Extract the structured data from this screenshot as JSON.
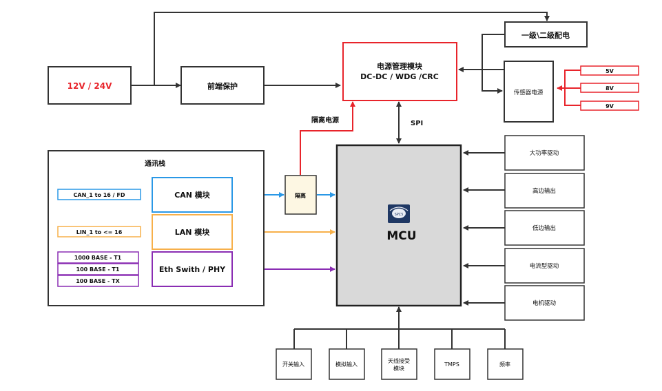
{
  "power": {
    "input": "12V / 24V",
    "front_protection": "前端保护",
    "pmu_line1": "电源管理模块",
    "pmu_line2": "DC-DC / WDG /CRC",
    "distribution": "一级\\二级配电",
    "sensor_supply": "传感器电源",
    "sensor_voltages": [
      "5V",
      "8V",
      "9V"
    ],
    "isolated_supply": "隔离电源",
    "spi": "SPI"
  },
  "comm_stack": {
    "title": "通讯栈",
    "can_input": "CAN_1 to 16 / FD",
    "can_module": "CAN 模块",
    "lin_input": "LIN_1 to <= 16",
    "lan_module": "LAN 模块",
    "eth_inputs": [
      "1000 BASE - T1",
      "100 BASE - T1",
      "100 BASE - TX"
    ],
    "eth_module": "Eth Swith / PHY",
    "isolation": "隔离"
  },
  "mcu": {
    "label": "MCU",
    "logo_text": "SPC5"
  },
  "outputs": [
    "大功率驱动",
    "高边输出",
    "低边输出",
    "电流型驱动",
    "电机驱动"
  ],
  "inputs": [
    "开关输入",
    "模拟输入",
    "天线接受",
    "模块",
    "TMPS",
    "频率"
  ],
  "colors": {
    "red": "#e8242b",
    "blue": "#2a98e6",
    "orange": "#f7b04a",
    "purple": "#8a2db3",
    "dark": "#333333",
    "mcu_fill": "#d9d9d9",
    "iso_fill": "#fdf7e3"
  }
}
